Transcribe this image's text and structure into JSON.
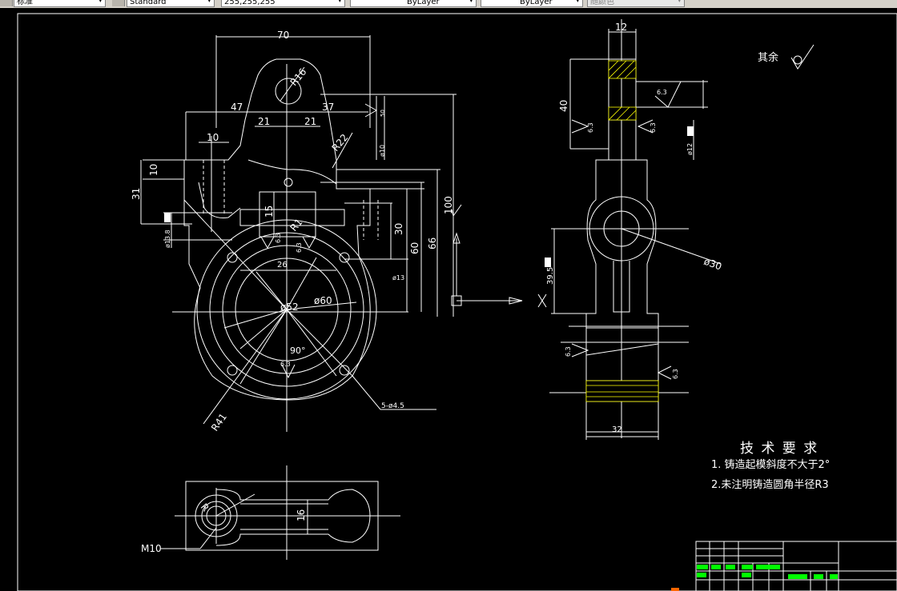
{
  "toolbar": {
    "text_style": "标准",
    "dim_style": "Standard",
    "color": "255,255,255",
    "linetype": "ByLayer",
    "lineweight": "ByLayer",
    "plot_style": "随颜色"
  },
  "drawing": {
    "roughness_note": "其余",
    "front": {
      "dim_70": "70",
      "dim_47": "47",
      "dim_37": "37",
      "dim_21a": "21",
      "dim_21b": "21",
      "dim_10a": "10",
      "dim_10b": "10",
      "dim_31": "31",
      "dim_15": "15",
      "dim_30": "30",
      "dim_60": "60",
      "dim_66": "66",
      "dim_100": "100",
      "dim_26": "26",
      "r16": "R16",
      "r22": "R22",
      "r1": "R1",
      "d60": "ø60",
      "d52": "ø52",
      "ang90": "90°",
      "r41": "R41",
      "holes": "5-ø4.5",
      "d13": "ø13",
      "d13_8": "ø13.8",
      "d10": "ø10",
      "rough_63a": "6.3",
      "rough_63b": "6.3",
      "rough_63c": "6.3",
      "rough_50": "50"
    },
    "side": {
      "dim_12": "12",
      "dim_40": "40",
      "d12": "ø12",
      "d30": "ø30",
      "dim_395": "39.5",
      "dim_32": "32",
      "rough_63a": "6.3",
      "rough_63b": "6.3",
      "rough_63c": "6.3",
      "rough_63d": "6.3",
      "rough_63e": "6.3"
    },
    "top": {
      "m10": "M10",
      "r": "R",
      "dim_16": "16"
    },
    "notes": {
      "title": "技 术 要 求",
      "line1": "1. 铸造起模斜度不大于2°",
      "line2": "2.未注明铸造圆角半径R3"
    }
  },
  "colors": {
    "lines": "#ffffff",
    "hatch": "#ffff00",
    "titleblock_text": "#00ff00",
    "background": "#000000",
    "toolbar": "#d4d0c8"
  }
}
